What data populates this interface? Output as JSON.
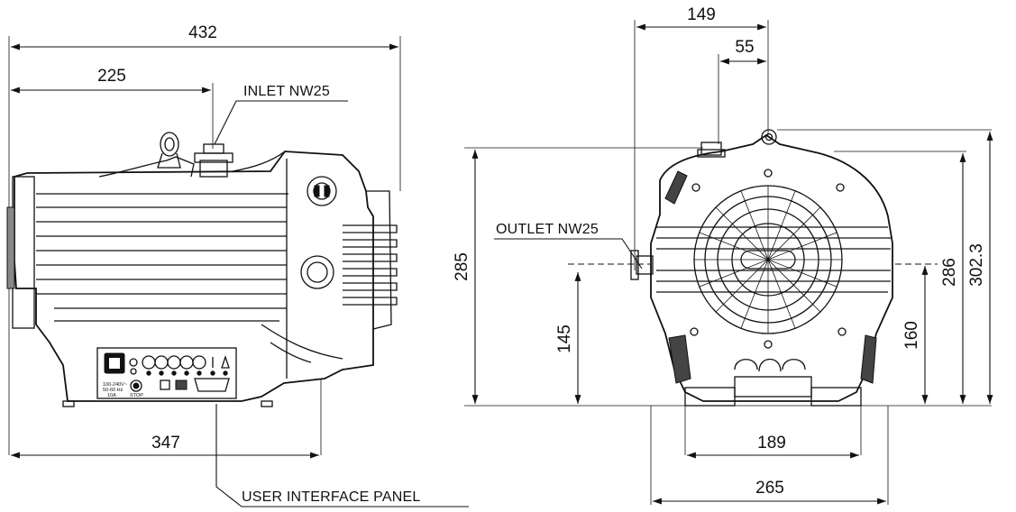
{
  "dimensions": {
    "side_length": "432",
    "side_inlet_offset": "225",
    "side_base_length": "347",
    "front_width": "149",
    "front_inlet_offset": "55",
    "front_height_left": "285",
    "front_height_right": "286",
    "front_total_height": "302.3",
    "front_outlet_height": "145",
    "front_center_height": "160",
    "front_foot_width": "189",
    "front_base_width": "265"
  },
  "labels": {
    "inlet": "INLET NW25",
    "outlet": "OUTLET NW25",
    "user_panel": "USER INTERFACE PANEL"
  },
  "panel_text": {
    "voltage": "100-240V~",
    "frequency": "50-60 Hz",
    "current": "10A",
    "stop": "STOP"
  }
}
